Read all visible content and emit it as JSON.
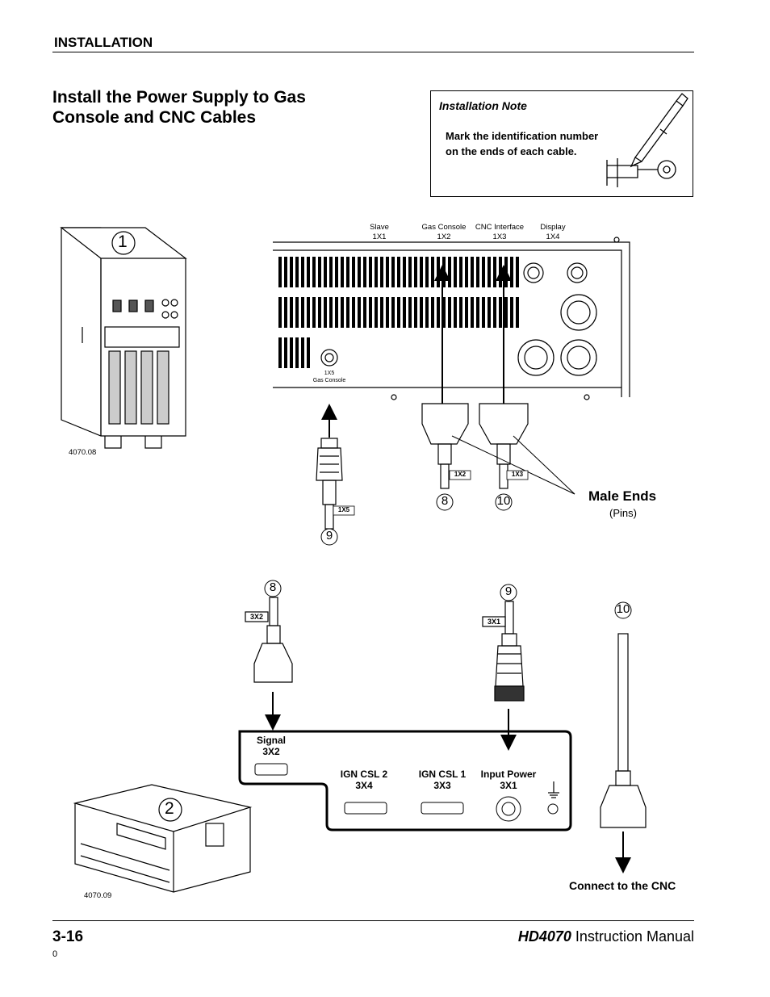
{
  "header": {
    "section": "INSTALLATION"
  },
  "title": {
    "line1": "Install the Power Supply to Gas",
    "line2": "Console and CNC Cables"
  },
  "note": {
    "title": "Installation Note",
    "text": "Mark the identification number on the ends of each cable."
  },
  "power_supply": {
    "figure_id": "4070.08",
    "callout": "1",
    "connectors": [
      {
        "name": "Slave",
        "id": "1X1"
      },
      {
        "name": "Gas Console",
        "id": "1X2"
      },
      {
        "name": "CNC Interface",
        "id": "1X3"
      },
      {
        "name": "Display",
        "id": "1X4"
      }
    ],
    "gas_port": {
      "id": "1X5",
      "name": "Gas Console"
    }
  },
  "cables_top": [
    {
      "callout": "9",
      "tag": "1X5"
    },
    {
      "callout": "8",
      "tag": "1X2"
    },
    {
      "callout": "10",
      "tag": "1X3"
    }
  ],
  "male_ends": {
    "title": "Male Ends",
    "sub": "(Pins)"
  },
  "gas_console": {
    "figure_id": "4070.09",
    "callout": "2",
    "ports": [
      {
        "name": "Signal",
        "id": "3X2"
      },
      {
        "name": "IGN CSL 2",
        "id": "3X4"
      },
      {
        "name": "IGN CSL 1",
        "id": "3X3"
      },
      {
        "name": "Input Power",
        "id": "3X1"
      }
    ]
  },
  "cables_bottom": [
    {
      "callout": "8",
      "tag": "3X2"
    },
    {
      "callout": "9",
      "tag": "3X1"
    },
    {
      "callout": "10",
      "tag": ""
    }
  ],
  "connect_cnc": "Connect to the CNC",
  "footer": {
    "page": "3-16",
    "product": "HD4070",
    "manual": "Instruction Manual",
    "rev": "0"
  }
}
